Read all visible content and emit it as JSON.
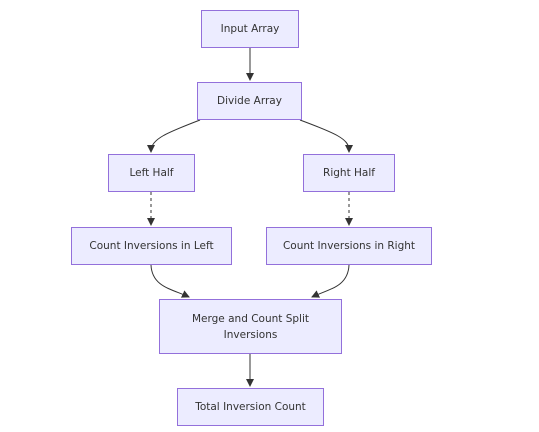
{
  "diagram": {
    "nodes": {
      "input_array": "Input Array",
      "divide_array": "Divide Array",
      "left_half": "Left Half",
      "right_half": "Right Half",
      "count_left": "Count Inversions in Left",
      "count_right": "Count Inversions in Right",
      "merge_split": "Merge and Count Split Inversions",
      "total": "Total Inversion Count"
    },
    "edges": [
      {
        "from": "input_array",
        "to": "divide_array",
        "style": "solid"
      },
      {
        "from": "divide_array",
        "to": "left_half",
        "style": "solid"
      },
      {
        "from": "divide_array",
        "to": "right_half",
        "style": "solid"
      },
      {
        "from": "left_half",
        "to": "count_left",
        "style": "dashed"
      },
      {
        "from": "right_half",
        "to": "count_right",
        "style": "dashed"
      },
      {
        "from": "count_left",
        "to": "merge_split",
        "style": "solid"
      },
      {
        "from": "count_right",
        "to": "merge_split",
        "style": "solid"
      },
      {
        "from": "merge_split",
        "to": "total",
        "style": "solid"
      }
    ],
    "colors": {
      "node_fill": "#ececff",
      "node_border": "#9370db",
      "edge": "#333333",
      "text": "#333333"
    }
  }
}
